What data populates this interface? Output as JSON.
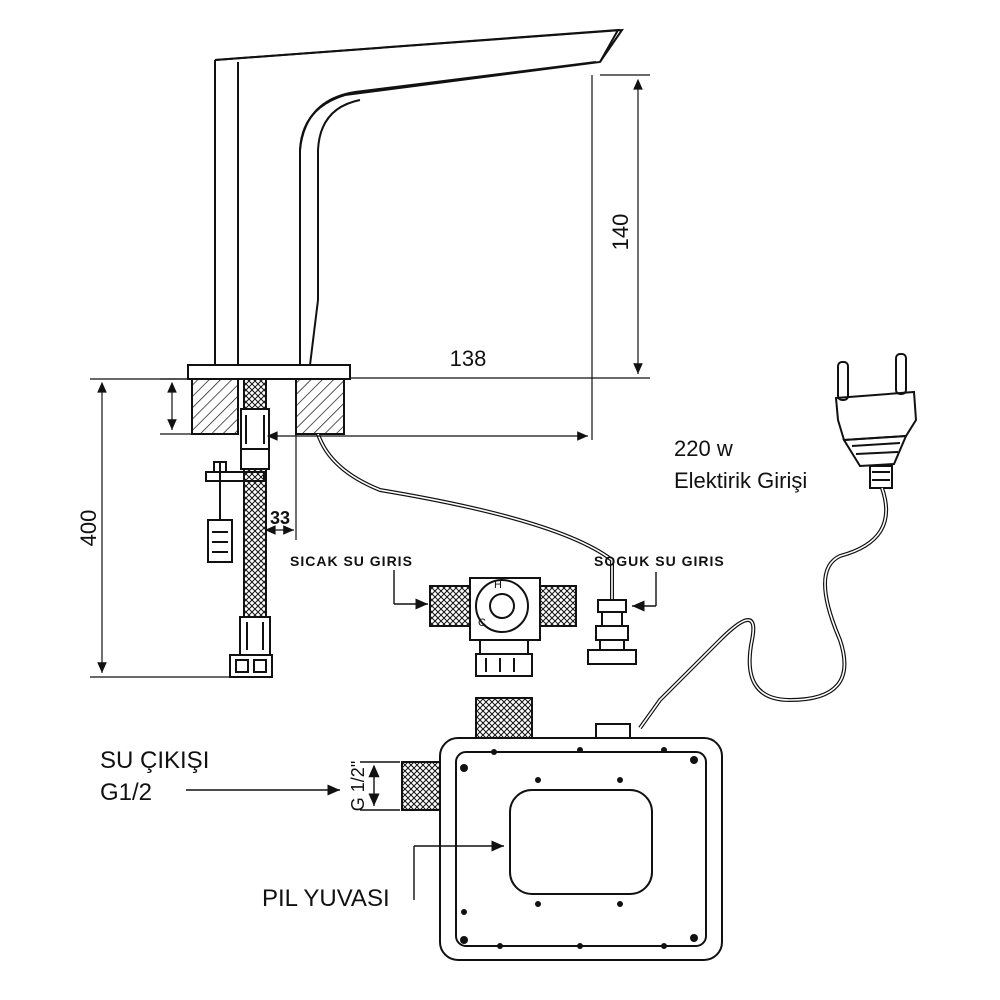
{
  "dimensions": {
    "height_spout": "140",
    "reach": "138",
    "depth": "400",
    "hole_diameter": "33",
    "thread": "G 1/2\""
  },
  "labels": {
    "hot_inlet": "SICAK SU GIRIS",
    "cold_inlet": "SOGUK SU GIRIS",
    "power_line1": "220 w",
    "power_line2": "Elektirik Girişi",
    "outlet_line1": "SU ÇIKIŞI",
    "outlet_line2": "G1/2",
    "battery": "PIL YUVASI"
  },
  "valve_marks": {
    "hot": "H",
    "cold": "C"
  },
  "colors": {
    "line": "#111111",
    "background": "#ffffff"
  }
}
